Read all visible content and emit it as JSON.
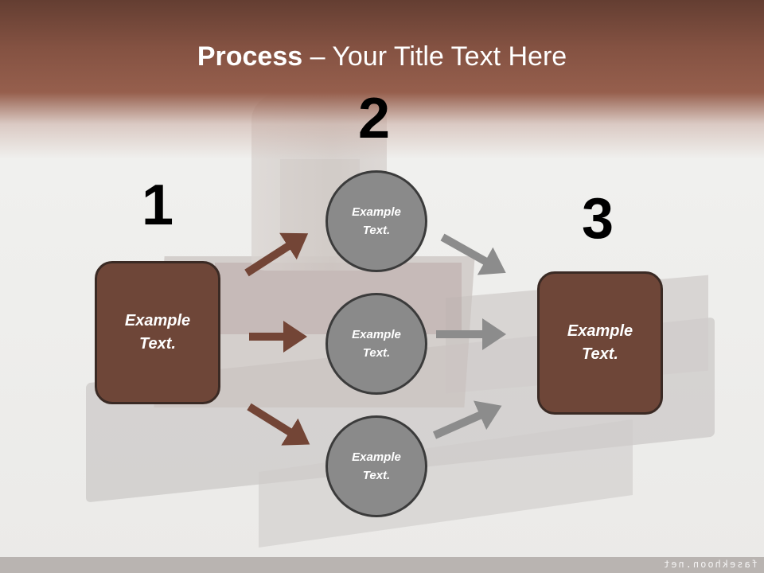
{
  "title": {
    "bold": "Process",
    "rest": " – Your Title Text Here"
  },
  "steps": {
    "one": "1",
    "two": "2",
    "three": "3"
  },
  "box_left": {
    "text": "Example\nText."
  },
  "box_right": {
    "text": "Example\nText."
  },
  "circles": [
    {
      "text": "Example\nText."
    },
    {
      "text": "Example\nText."
    },
    {
      "text": "Example\nText."
    }
  ],
  "watermark": "fasekhoon.net",
  "colors": {
    "header": "#8a5443",
    "box_fill": "#6e4638",
    "circle_fill": "#8a8a8a",
    "arrow_brown": "#734536",
    "arrow_gray": "#8c8c8c"
  }
}
